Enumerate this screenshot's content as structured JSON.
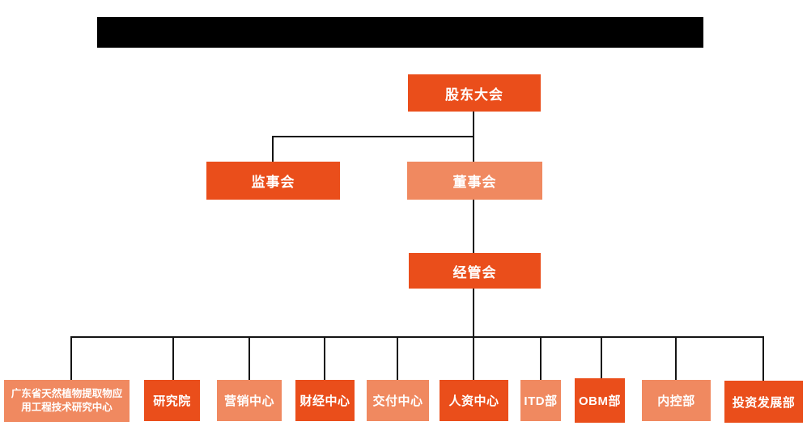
{
  "colors": {
    "primary": "#EA4E1B",
    "secondary": "#F08960",
    "line": "#141414",
    "text": "#FFFFFF"
  },
  "title_bar": {
    "redacted": true,
    "visible_text": ""
  },
  "nodes": {
    "shareholders": {
      "label": "股东大会"
    },
    "supervisory": {
      "label": "监事会"
    },
    "board": {
      "label": "董事会"
    },
    "management": {
      "label": "经管会"
    },
    "departments": [
      {
        "label": "广东省天然植物提取物应\n用工程技术研究中心"
      },
      {
        "label": "研究院"
      },
      {
        "label": "营销中心"
      },
      {
        "label": "财经中心"
      },
      {
        "label": "交付中心"
      },
      {
        "label": "人资中心"
      },
      {
        "label": "ITD部"
      },
      {
        "label": "OBM部"
      },
      {
        "label": "内控部"
      },
      {
        "label": "投资发展部"
      }
    ]
  },
  "edges": [
    {
      "from": "股东大会",
      "to": "监事会"
    },
    {
      "from": "股东大会",
      "to": "董事会"
    },
    {
      "from": "董事会",
      "to": "经管会"
    },
    {
      "from": "经管会",
      "to": "广东省天然植物提取物应用工程技术研究中心"
    },
    {
      "from": "经管会",
      "to": "研究院"
    },
    {
      "from": "经管会",
      "to": "营销中心"
    },
    {
      "from": "经管会",
      "to": "财经中心"
    },
    {
      "from": "经管会",
      "to": "交付中心"
    },
    {
      "from": "经管会",
      "to": "人资中心"
    },
    {
      "from": "经管会",
      "to": "ITD部"
    },
    {
      "from": "经管会",
      "to": "OBM部"
    },
    {
      "from": "经管会",
      "to": "内控部"
    },
    {
      "from": "经管会",
      "to": "投资发展部"
    }
  ]
}
